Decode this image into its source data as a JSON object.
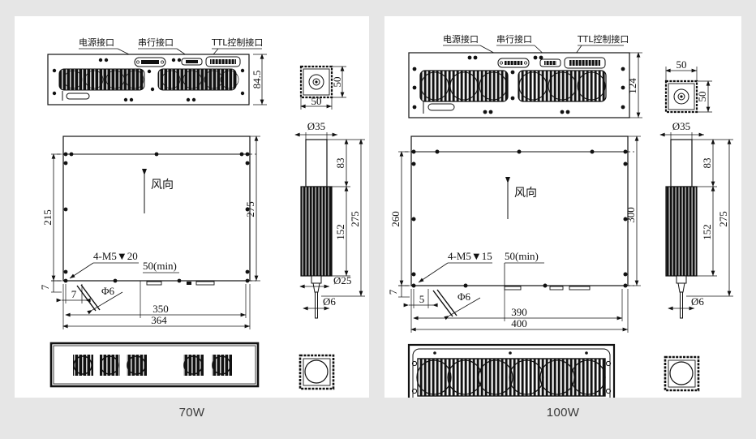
{
  "page": {
    "background_color": "#e6e6e6",
    "card_color": "#ffffff",
    "ink_color": "#111111",
    "title_text_color": "#3a3a3a"
  },
  "panels": [
    {
      "id": "70w",
      "caption": "70W",
      "callouts": {
        "power": "电源接口",
        "serial": "串行接口",
        "ttl": "TTL控制接口"
      },
      "front_view": {
        "height_dim": "84.5",
        "grille_blocks": 2
      },
      "head_square_view": {
        "width_dim": "50",
        "height_dim": "50"
      },
      "head_side_view": {
        "top_dia": "Ø35",
        "upper_len": "83",
        "fin_len": "152",
        "total_len": "275",
        "neck_dia": "Ø25",
        "fiber_dia": "Ø6"
      },
      "top_view": {
        "width_overall": "364",
        "width_inner": "350",
        "height_overall": "275",
        "height_inner": "215",
        "edge_left": "7",
        "edge_bottom": "7",
        "thread_note": "4-M5▼20",
        "clearance_note": "50(min)",
        "hole_note": "Φ6",
        "airflow_label": "风向"
      },
      "bottom_view": {
        "grille_groups": [
          3,
          2
        ]
      },
      "bottom_square_view": {
        "shape": "square-with-circle"
      }
    },
    {
      "id": "100w",
      "caption": "100W",
      "callouts": {
        "power": "电源接口",
        "serial": "串行接口",
        "ttl": "TTL控制接口"
      },
      "front_view": {
        "height_dim": "124",
        "grille_blocks": 2
      },
      "head_square_view": {
        "width_dim": "50",
        "height_dim": "50"
      },
      "head_side_view": {
        "top_dia": "Ø35",
        "upper_len": "83",
        "fin_len": "152",
        "total_len": "275",
        "fiber_dia": "Ø6"
      },
      "top_view": {
        "width_overall": "400",
        "width_inner": "390",
        "height_overall": "300",
        "height_inner": "260",
        "edge_left": "5",
        "edge_bottom": "7",
        "thread_note": "4-M5▼15",
        "clearance_note": "50(min)",
        "hole_note": "Φ6",
        "airflow_label": "风向"
      },
      "bottom_view": {
        "fans": 6
      },
      "bottom_square_view": {
        "shape": "square-with-circle"
      }
    }
  ]
}
